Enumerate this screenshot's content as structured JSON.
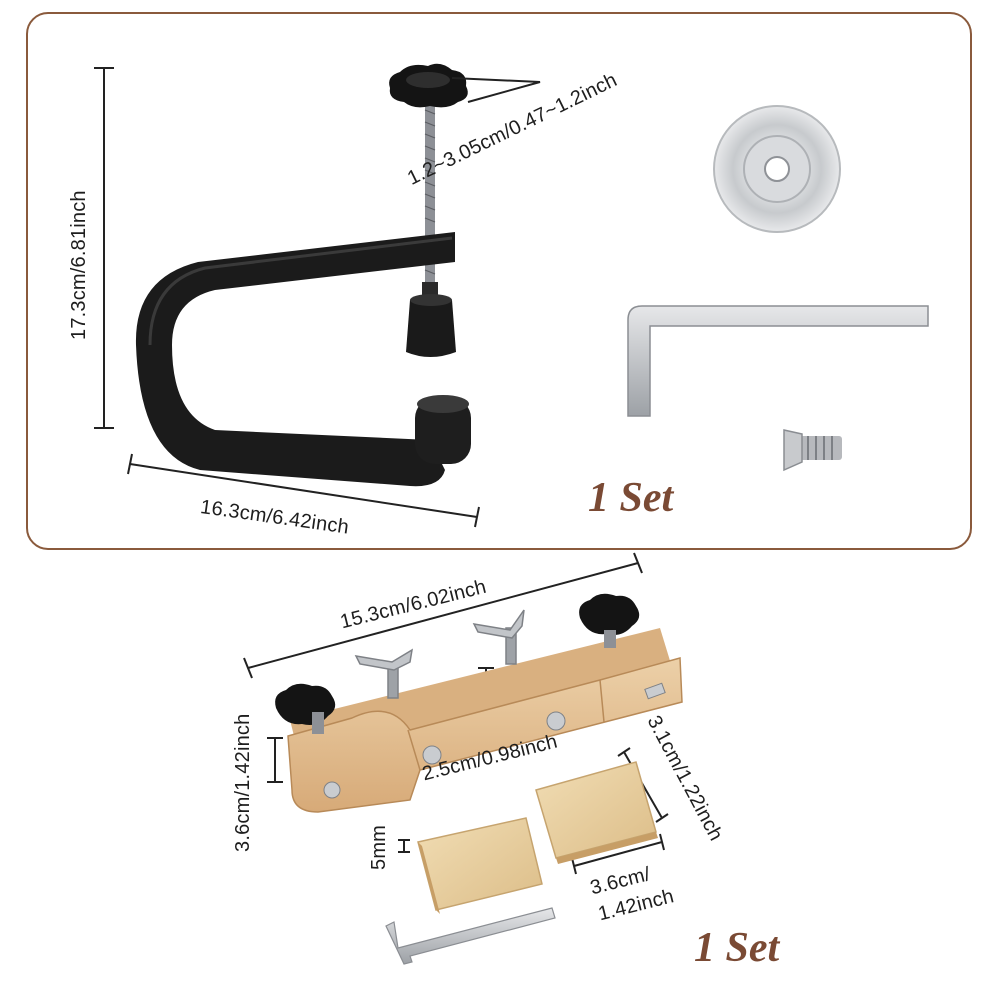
{
  "top_panel": {
    "dims": {
      "height": "17.3cm/6.81inch",
      "width": "16.3cm/6.42inch",
      "screw_range": "1.2~3.05cm/0.47~1.2inch"
    },
    "set_label": "1 Set",
    "icons": [
      "c-clamp-icon",
      "washer-icon",
      "hex-key-icon",
      "screw-icon"
    ]
  },
  "bottom_section": {
    "dims": {
      "length": "15.3cm/6.02inch",
      "height": "3.6cm/1.42inch",
      "slot": "2.5cm/0.98inch",
      "pad_width": "3.1cm/1.22inch",
      "pad_thickness": "5mm",
      "pad_length_1": "3.6cm/",
      "pad_length_2": "1.42inch"
    },
    "set_label": "1 Set",
    "icons": [
      "wood-vise-icon",
      "wing-nut-icon",
      "star-knob-icon",
      "wood-pad-icon",
      "hex-key-icon"
    ]
  },
  "colors": {
    "border": "#8a5a3c",
    "set_text": "#7a4a34",
    "clamp": "#1b1b1b",
    "wood": "#e3bf93",
    "metal": "#c9ccd0"
  }
}
